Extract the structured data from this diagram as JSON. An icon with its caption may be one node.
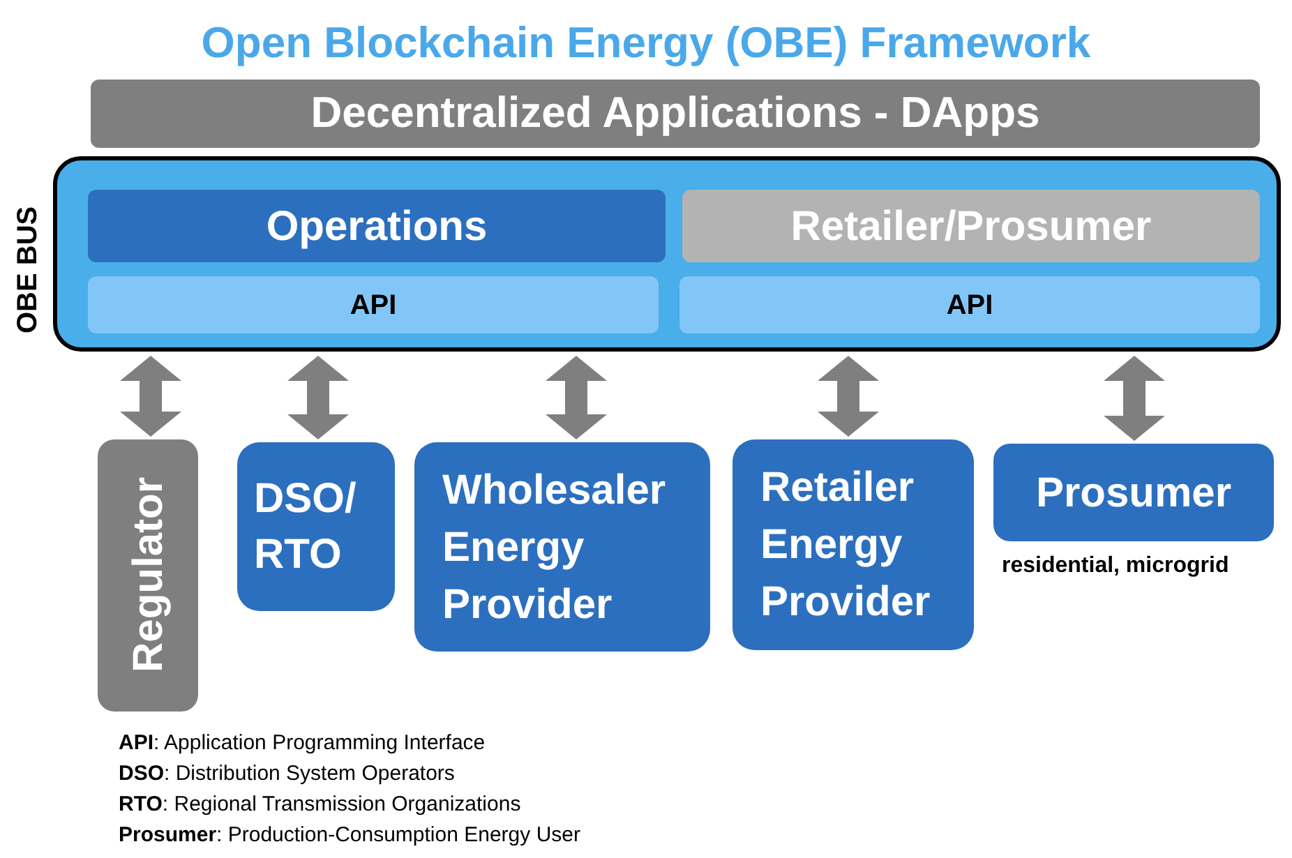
{
  "diagram": {
    "title": "Open Blockchain Energy (OBE) Framework",
    "nodes": [
      {
        "text": [
          "Decentralized Applications - DApps"
        ]
      },
      {
        "text": [
          "OBE BUS"
        ]
      },
      {
        "text": [
          "Operations"
        ],
        "in": 1
      },
      {
        "text": [
          "Retailer/Prosumer"
        ],
        "in": 1
      },
      {
        "text": [
          "API"
        ],
        "in": 1
      },
      {
        "text": [
          "API"
        ],
        "in": 1
      },
      {
        "text": [
          "Regulator"
        ]
      },
      {
        "text": [
          "DSO/ RTO"
        ]
      },
      {
        "text": [
          "Wholesaler Energy Provider"
        ]
      },
      {
        "text": [
          "Retailer Energy Provider"
        ]
      },
      {
        "text": [
          "Prosumer"
        ],
        "beside": [
          "residential, microgrid"
        ]
      }
    ],
    "edges": [
      {
        "from": 6,
        "to": 1,
        "arrow": "both",
        "style": "thick"
      },
      {
        "from": 7,
        "to": 1,
        "arrow": "both",
        "style": "thick"
      },
      {
        "from": 8,
        "to": 1,
        "arrow": "both",
        "style": "thick"
      },
      {
        "from": 9,
        "to": 1,
        "arrow": "both",
        "style": "thick"
      },
      {
        "from": 10,
        "to": 1,
        "arrow": "both",
        "style": "thick"
      }
    ],
    "labels": [
      "**API**: Application Programming Interface",
      "**DSO**: Distribution System Operators",
      "**RTO**: Regional Transmission Organizations",
      "**Prosumer**: Production-Consumption Energy User"
    ]
  }
}
